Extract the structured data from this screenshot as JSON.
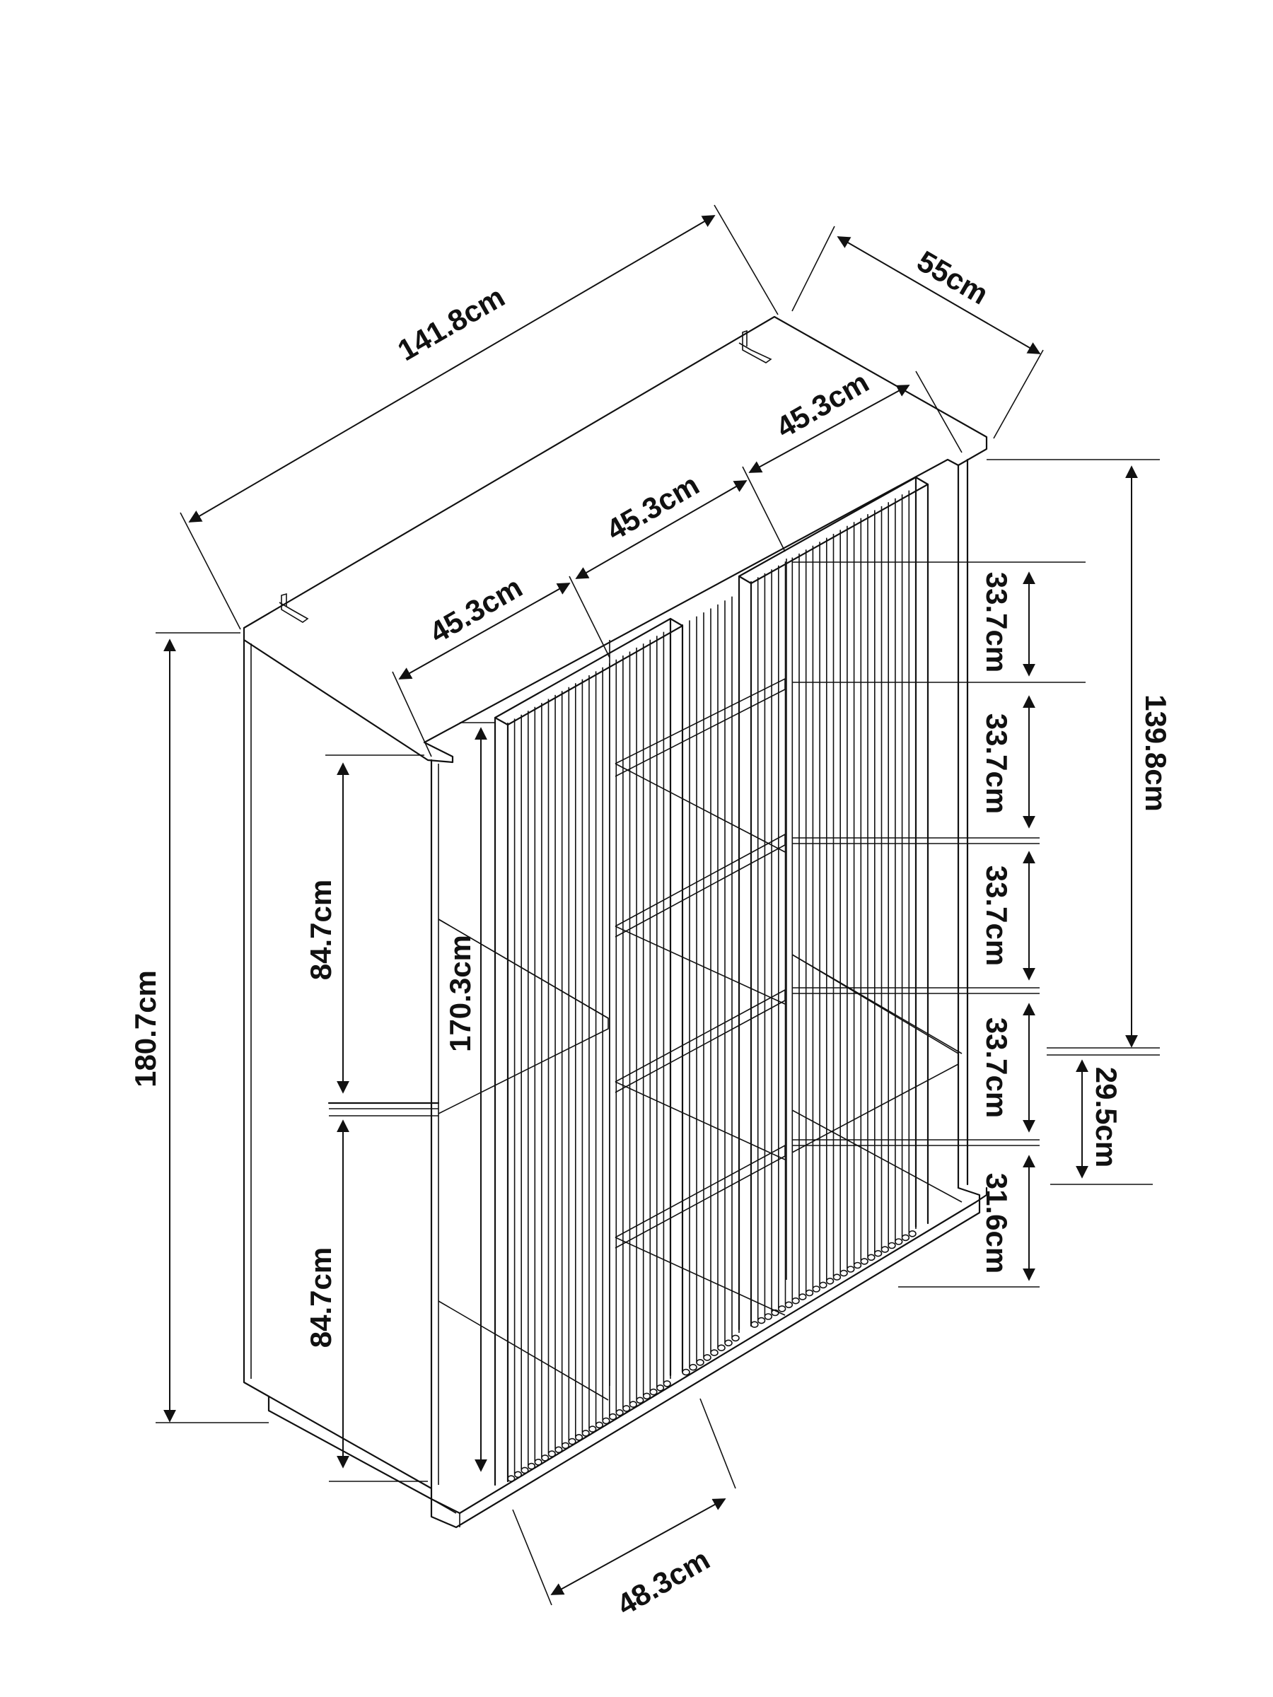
{
  "colors": {
    "line": "#111111",
    "background": "#ffffff"
  },
  "dimensions": {
    "top_length": "141.8cm",
    "depth": "55cm",
    "door_width_top": "45.3cm",
    "door_width_mid": "45.3cm",
    "door_width_left": "45.3cm",
    "total_height": "180.7cm",
    "section_upper": "84.7cm",
    "section_lower": "84.7cm",
    "inner_height": "170.3cm",
    "right_section_height": "139.8cm",
    "shelf_1": "33.7cm",
    "shelf_2": "33.7cm",
    "shelf_3": "33.7cm",
    "shelf_4": "33.7cm",
    "base_section": "29.5cm",
    "bottom_shelf": "31.6cm",
    "bottom_width": "48.3cm"
  }
}
